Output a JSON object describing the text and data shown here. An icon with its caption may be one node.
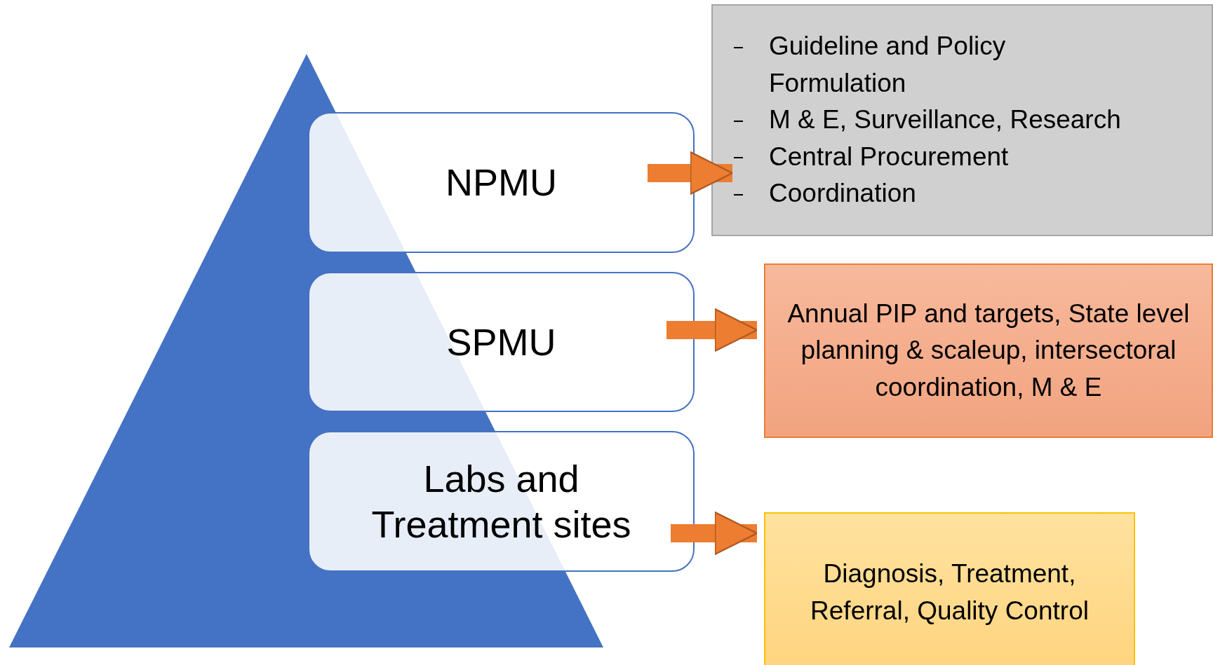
{
  "diagram": {
    "nodes": [
      {
        "text": [
          "NPMU"
        ]
      },
      {
        "text": [
          "SPMU"
        ]
      },
      {
        "text": [
          "Labs and Treatment sites"
        ]
      },
      {
        "text": [
          "Guideline and Policy Formulation",
          "M & E, Surveillance, Research",
          "Central Procurement",
          "Coordination"
        ]
      },
      {
        "text": [
          "Annual PIP and targets, State level planning & scaleup, intersectoral coordination, M & E"
        ]
      },
      {
        "text": [
          "Diagnosis, Treatment, Referral, Quality Control"
        ]
      }
    ],
    "edges": [
      {
        "from": 0,
        "to": 3,
        "arrow": "to"
      },
      {
        "from": 1,
        "to": 4,
        "arrow": "to"
      },
      {
        "from": 2,
        "to": 5,
        "arrow": "to"
      }
    ]
  }
}
